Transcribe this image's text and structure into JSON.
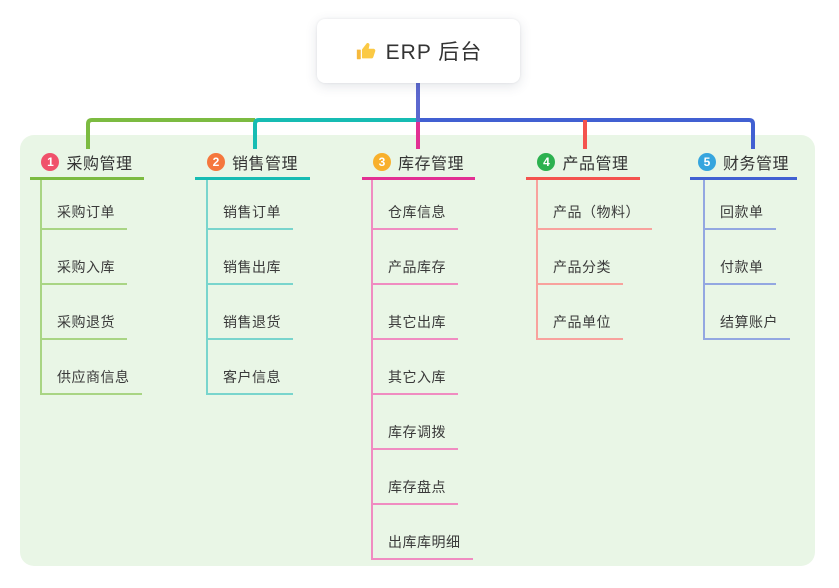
{
  "root": {
    "icon_name": "thumbs-up-icon",
    "label": "ERP 后台"
  },
  "colors": {
    "stem": "#5c68cf",
    "panel_background": "#e9f6e6"
  },
  "branches": [
    {
      "badge": "1",
      "badge_color": "#f0516b",
      "label": "采购管理",
      "color": "#7cbb41",
      "light_color": "#a9d584",
      "children": [
        "采购订单",
        "采购入库",
        "采购退货",
        "供应商信息"
      ]
    },
    {
      "badge": "2",
      "badge_color": "#f5773d",
      "label": "销售管理",
      "color": "#17bcb3",
      "light_color": "#79d5cd",
      "children": [
        "销售订单",
        "销售出库",
        "销售退货",
        "客户信息"
      ]
    },
    {
      "badge": "3",
      "badge_color": "#f8b02c",
      "label": "库存管理",
      "color": "#e23093",
      "light_color": "#f08cc1",
      "children": [
        "仓库信息",
        "产品库存",
        "其它出库",
        "其它入库",
        "库存调拨",
        "库存盘点",
        "出库库明细"
      ]
    },
    {
      "badge": "4",
      "badge_color": "#2cb14f",
      "label": "产品管理",
      "color": "#f4534e",
      "light_color": "#f8a29d",
      "children": [
        "产品（物料）",
        "产品分类",
        "产品单位"
      ]
    },
    {
      "badge": "5",
      "badge_color": "#36a5de",
      "label": "财务管理",
      "color": "#4160d2",
      "light_color": "#93a7e1",
      "children": [
        "回款单",
        "付款单",
        "结算账户"
      ]
    }
  ]
}
